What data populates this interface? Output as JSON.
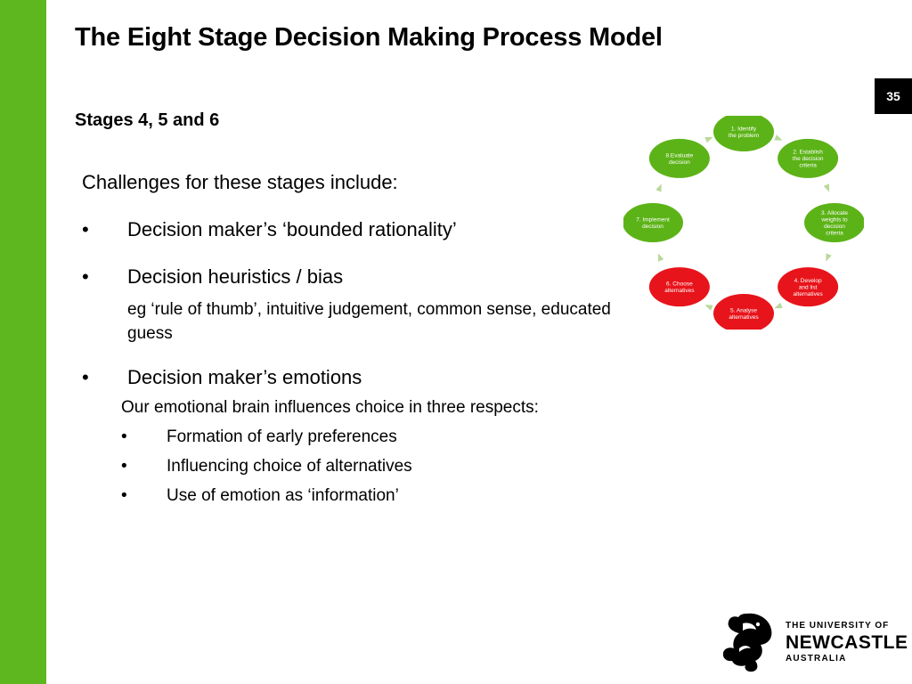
{
  "slide": {
    "title": "The Eight Stage Decision Making Process Model",
    "page_number": "35",
    "subtitle": "Stages 4, 5 and 6"
  },
  "content": {
    "intro": "Challenges for these stages include:",
    "bullets": [
      {
        "marker": "•",
        "text": "Decision maker’s ‘bounded rationality’"
      },
      {
        "marker": "•",
        "text": "Decision heuristics / bias"
      },
      {
        "marker": "•",
        "text": "Decision maker’s emotions"
      }
    ],
    "heuristics_note": "eg ‘rule of thumb’, intuitive judgement, common sense, educated guess",
    "emotions_intro": "Our emotional brain influences choice in three respects:",
    "emotion_points": [
      {
        "marker": "•",
        "text": "Formation of early preferences"
      },
      {
        "marker": "•",
        "text": "Influencing choice of alternatives"
      },
      {
        "marker": "•",
        "text": "Use of emotion as ‘information’"
      }
    ]
  },
  "diagram": {
    "colors": {
      "green": "#5cb317",
      "red": "#e8141b",
      "arrow": "#b9d99a"
    },
    "stages": [
      {
        "lines": [
          "1. Identify",
          "the problem"
        ],
        "color": "green"
      },
      {
        "lines": [
          "2. Establish",
          "the decision",
          "criteria"
        ],
        "color": "green"
      },
      {
        "lines": [
          "3. Allocate",
          "weights to",
          "decision",
          "criteria"
        ],
        "color": "green"
      },
      {
        "lines": [
          "4. Develop",
          "and list",
          "alternatives"
        ],
        "color": "red"
      },
      {
        "lines": [
          "5. Analyse",
          "alternatives"
        ],
        "color": "red"
      },
      {
        "lines": [
          "6. Choose",
          "alternatives"
        ],
        "color": "red"
      },
      {
        "lines": [
          "7. Implement",
          "decision"
        ],
        "color": "green"
      },
      {
        "lines": [
          "8.Evaluate",
          "decision"
        ],
        "color": "green"
      }
    ]
  },
  "logo": {
    "line1": "THE UNIVERSITY OF",
    "line2": "NEWCASTLE",
    "line3": "AUSTRALIA",
    "icon": "seahorse-icon"
  }
}
